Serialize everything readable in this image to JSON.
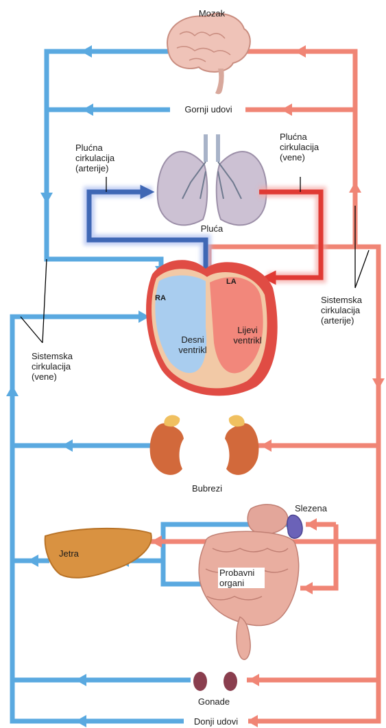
{
  "labels": {
    "brain": "Mozak",
    "upper_limbs": "Gornji udovi",
    "pulmonary_arteries": "Plućna\ncirkulacija\n(arterije)",
    "pulmonary_veins": "Plućna\ncirkulacija\n(vene)",
    "lungs": "Pluća",
    "right_atrium": "RA",
    "left_atrium": "LA",
    "right_ventricle": "Desni\nventrikl",
    "left_ventricle": "Lijevi\nventrikl",
    "systemic_arteries": "Sistemska\ncirkulacija\n(arterije)",
    "systemic_veins": "Sistemska\ncirkulacija\n(vene)",
    "kidneys": "Bubrezi",
    "spleen": "Slezena",
    "liver": "Jetra",
    "digestive_organs": "Probavni\norgani",
    "gonads": "Gonade",
    "lower_limbs": "Donji udovi"
  },
  "colors": {
    "venous": "#5aa9e0",
    "arterial": "#f08575",
    "pulmonary_artery": "#3f67b5",
    "pulmonary_vein": "#e03a34",
    "organ_pink": "#efc3b8",
    "kidney": "#d2693b",
    "liver": "#d99241"
  }
}
